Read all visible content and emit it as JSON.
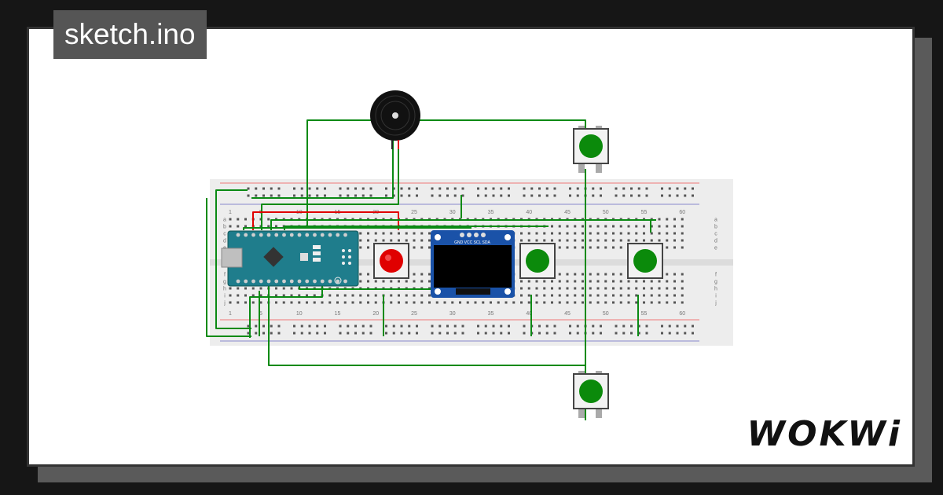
{
  "file": {
    "title": "sketch.ino"
  },
  "brand": {
    "logo_text": "WOKWi"
  },
  "breadboard": {
    "column_numbers": [
      "1",
      "5",
      "10",
      "15",
      "20",
      "25",
      "30",
      "35",
      "40",
      "45",
      "50",
      "55",
      "60"
    ],
    "row_letters_top": [
      "a",
      "b",
      "c",
      "d",
      "e"
    ],
    "row_letters_bottom": [
      "f",
      "g",
      "h",
      "i",
      "j"
    ]
  },
  "oled": {
    "pin_labels": "GND VCC SCL SDA"
  },
  "colors": {
    "wire_green": "#0a8a14",
    "wire_red": "#e00000",
    "arduino_blue": "#1f7d8c",
    "button_red": "#e00000",
    "button_green": "#0b8a0b",
    "breadboard": "#ededed"
  },
  "icons": [
    "buzzer-icon",
    "usb-port-icon",
    "chip-icon",
    "reset-button-icon"
  ]
}
